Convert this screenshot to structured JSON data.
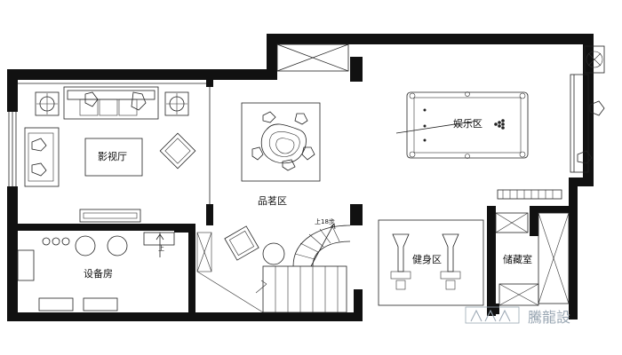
{
  "rooms": {
    "cinema": "影视厅",
    "equipment": "设备房",
    "tea": "品茗区",
    "entertainment": "娱乐区",
    "gym": "健身区",
    "storage": "储藏室"
  },
  "stairs": {
    "label_up_steps": "上18步",
    "label_up": "上"
  },
  "watermark": {
    "text": "騰龍設"
  }
}
